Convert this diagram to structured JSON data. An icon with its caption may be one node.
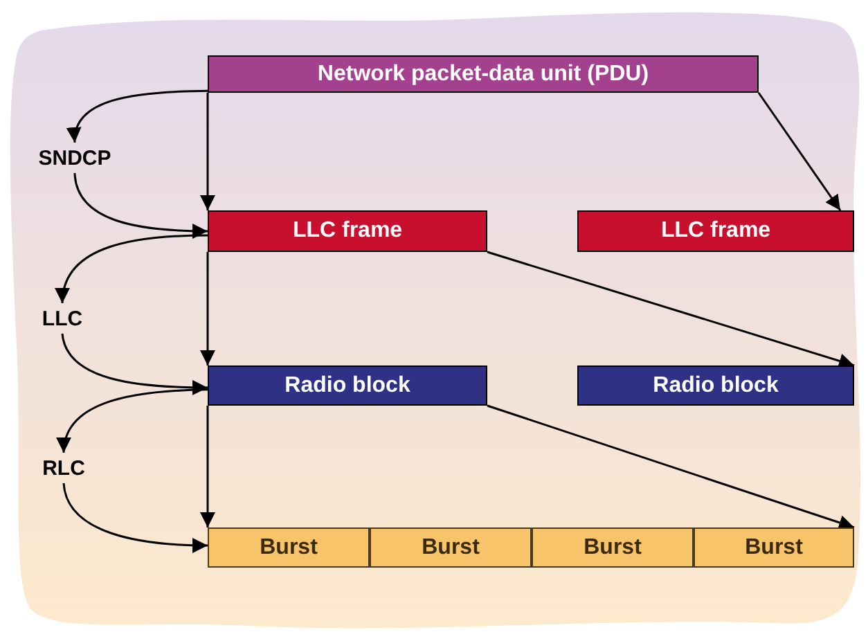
{
  "diagram": {
    "nodes": [
      {
        "text": [
          "Network packet-data unit (PDU)"
        ]
      },
      {
        "text": [
          "LLC frame"
        ]
      },
      {
        "text": [
          "LLC frame"
        ]
      },
      {
        "text": [
          "Radio block"
        ]
      },
      {
        "text": [
          "Radio block"
        ]
      },
      {
        "text": [
          "Burst"
        ]
      },
      {
        "text": [
          "Burst"
        ]
      },
      {
        "text": [
          "Burst"
        ]
      },
      {
        "text": [
          "Burst"
        ]
      },
      {
        "text": [
          "SNDCP"
        ]
      },
      {
        "text": [
          "LLC"
        ]
      },
      {
        "text": [
          "RLC"
        ]
      }
    ],
    "edges": [
      {
        "from": 0,
        "to": 1,
        "arrow": "to"
      },
      {
        "from": 1,
        "to": 3,
        "arrow": "to"
      },
      {
        "from": 3,
        "to": 5,
        "arrow": "to"
      },
      {
        "from": 0,
        "to": 2,
        "arrow": "to"
      },
      {
        "from": 1,
        "to": 4,
        "arrow": "to"
      },
      {
        "from": 3,
        "to": 8,
        "arrow": "to"
      },
      {
        "from": 0,
        "to": 9,
        "arrow": "to"
      },
      {
        "from": 9,
        "to": 1,
        "arrow": "to"
      },
      {
        "from": 1,
        "to": 10,
        "arrow": "to"
      },
      {
        "from": 10,
        "to": 3,
        "arrow": "to"
      },
      {
        "from": 3,
        "to": 11,
        "arrow": "to"
      },
      {
        "from": 11,
        "to": 5,
        "arrow": "to"
      }
    ]
  }
}
